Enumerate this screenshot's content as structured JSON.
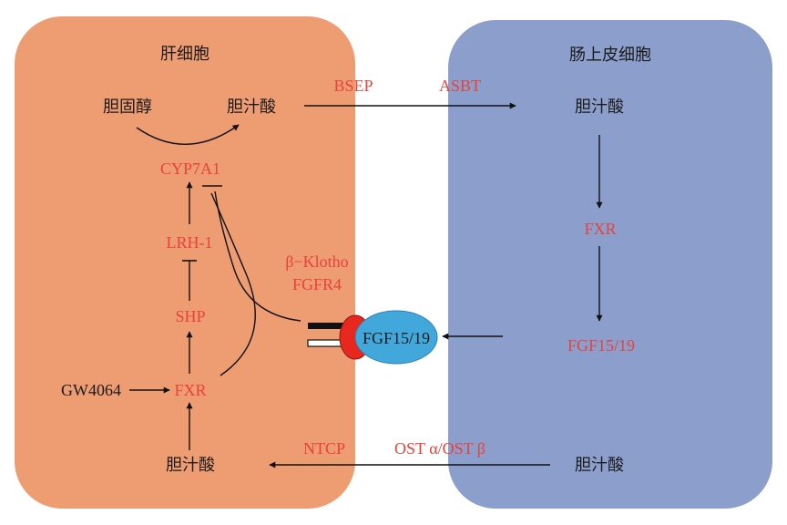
{
  "cells": {
    "liver": {
      "title": "肝细胞",
      "color": "#ee9c72"
    },
    "intestine": {
      "title": "肠上皮细胞",
      "color": "#8c9ecb"
    }
  },
  "labels": {
    "cholesterol": "胆固醇",
    "bile_acid_liver_top": "胆汁酸",
    "cyp7a1": "CYP7A1",
    "lrh1": "LRH-1",
    "shp": "SHP",
    "fxr_liver": "FXR",
    "gw4064": "GW4064",
    "bile_acid_liver_bottom": "胆汁酸",
    "bsep": "BSEP",
    "asbt": "ASBT",
    "bile_acid_intestine_top": "胆汁酸",
    "fxr_intestine": "FXR",
    "fgf_intestine": "FGF15/19",
    "fgf_receptor_complex": "FGF15/19",
    "klotho": "β−Klotho",
    "fgfr4": "FGFR4",
    "ntcp": "NTCP",
    "ost": "OST α/OST β",
    "bile_acid_intestine_bottom": "胆汁酸"
  },
  "colors": {
    "text_dark": "#1a1a1a",
    "text_red": "#e8423a",
    "fgf_ellipse": "#42a8dc",
    "receptor_red": "#e8281e",
    "arrow": "#111111"
  }
}
